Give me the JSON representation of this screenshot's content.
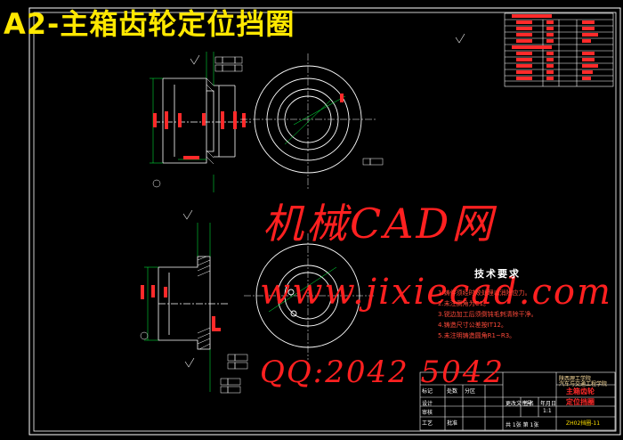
{
  "title": "A2-主箱齿轮定位挡圈",
  "watermark": {
    "line1": "机械CAD网",
    "line2": "www.jixiecad.com",
    "line3": "QQ:2042 5042"
  },
  "requirements": {
    "title": "技术要求",
    "items": [
      "1.铸件须经时效处理以消除应力。",
      "2.未注倒角为C1。",
      "3.锐边加工后须倒钝毛刺清除干净。",
      "4.铸造尺寸公差按IT12。",
      "5.未注明铸造圆角R1~R3。"
    ]
  },
  "title_block": {
    "school": "陕西理工学院",
    "subtitle": "汽车与交通工程学院",
    "part_name_1": "主箱齿轮",
    "part_name_2": "定位挡圈",
    "drawing_no": "ZH02挡圈-11",
    "sheet": "共 1张 第 1张",
    "scale": "1:1",
    "labels": [
      "标记",
      "处数",
      "分区",
      "更改文件号",
      "签名",
      "年月日",
      "设计",
      "审核",
      "工艺",
      "批准"
    ]
  },
  "colors": {
    "background": "#000000",
    "title": "#ffe800",
    "watermark": "#ff2020",
    "lines": "#ffffff",
    "dimension": "#00ff40",
    "redtext": "#ff2a2a"
  }
}
